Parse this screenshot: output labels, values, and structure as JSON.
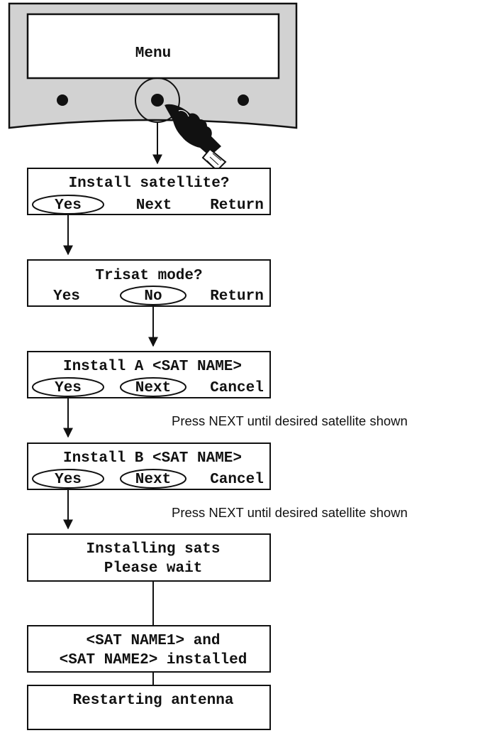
{
  "panel": {
    "screen_text": "Menu",
    "buttons": [
      "left-knob",
      "center-knob",
      "right-knob"
    ],
    "pressed_button": "center-knob"
  },
  "steps": [
    {
      "line1": "Install satellite?",
      "options": [
        "Yes",
        "Next",
        "Return"
      ],
      "selected": [
        "Yes"
      ]
    },
    {
      "line1": "Trisat mode?",
      "options": [
        "Yes",
        "No",
        "Return"
      ],
      "selected": [
        "No"
      ]
    },
    {
      "line1": "Install A <SAT NAME>",
      "options": [
        "Yes",
        "Next",
        "Cancel"
      ],
      "selected": [
        "Yes",
        "Next"
      ]
    },
    {
      "line1": "Install B <SAT NAME>",
      "options": [
        "Yes",
        "Next",
        "Cancel"
      ],
      "selected": [
        "Yes",
        "Next"
      ]
    },
    {
      "line1": "Installing sats",
      "line2": "Please wait"
    },
    {
      "line1": "<SAT NAME1> and",
      "line2": "<SAT NAME2> installed"
    },
    {
      "line1": "Restarting antenna"
    }
  ],
  "notes": {
    "after_install_a": "Press NEXT until desired satellite shown",
    "after_install_b": "Press NEXT until desired satellite shown"
  },
  "icons": {
    "hand": "pointing-hand-icon"
  }
}
